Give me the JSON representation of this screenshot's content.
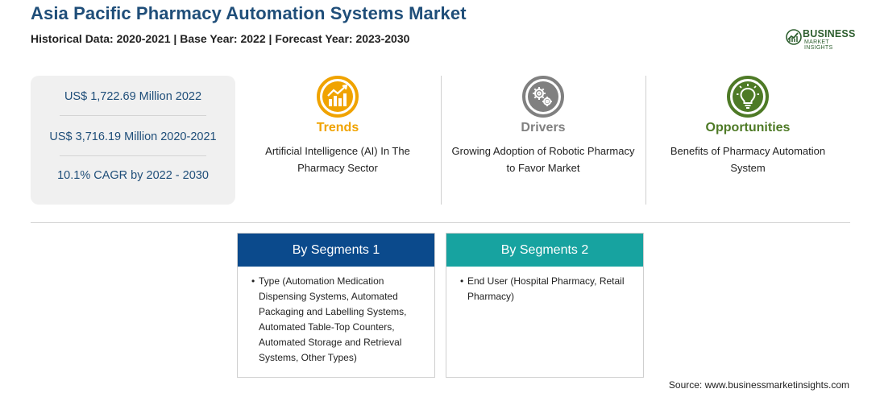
{
  "header": {
    "title": "Asia Pacific Pharmacy Automation Systems Market",
    "subtitle": "Historical Data: 2020-2021 | Base Year: 2022 | Forecast Year: 2023-2030"
  },
  "logo": {
    "word": "BUSINESS",
    "sub": "MARKET INSIGHTS"
  },
  "stats": [
    "US$ 1,722.69 Million 2022",
    "US$ 3,716.19 Million 2020-2021",
    "10.1% CAGR by 2022 - 2030"
  ],
  "features": [
    {
      "title": "Trends",
      "desc": "Artificial Intelligence (AI) In The Pharmacy Sector",
      "color": "#f0a300",
      "icon": "trend-chart-icon"
    },
    {
      "title": "Drivers",
      "desc": "Growing Adoption of Robotic Pharmacy to Favor Market",
      "color": "#808080",
      "icon": "gears-icon"
    },
    {
      "title": "Opportunities",
      "desc": "Benefits of Pharmacy Automation System",
      "color": "#4e7a26",
      "icon": "lightbulb-icon"
    }
  ],
  "segments": [
    {
      "title": "By Segments 1",
      "color": "#0b4a8c",
      "items": [
        "Type (Automation Medication Dispensing Systems, Automated Packaging and Labelling Systems, Automated Table-Top Counters, Automated Storage and Retrieval Systems, Other Types)"
      ]
    },
    {
      "title": "By Segments 2",
      "color": "#17a3a0",
      "items": [
        "End User (Hospital Pharmacy, Retail Pharmacy)"
      ]
    }
  ],
  "source": "Source: www.businessmarketinsights.com"
}
